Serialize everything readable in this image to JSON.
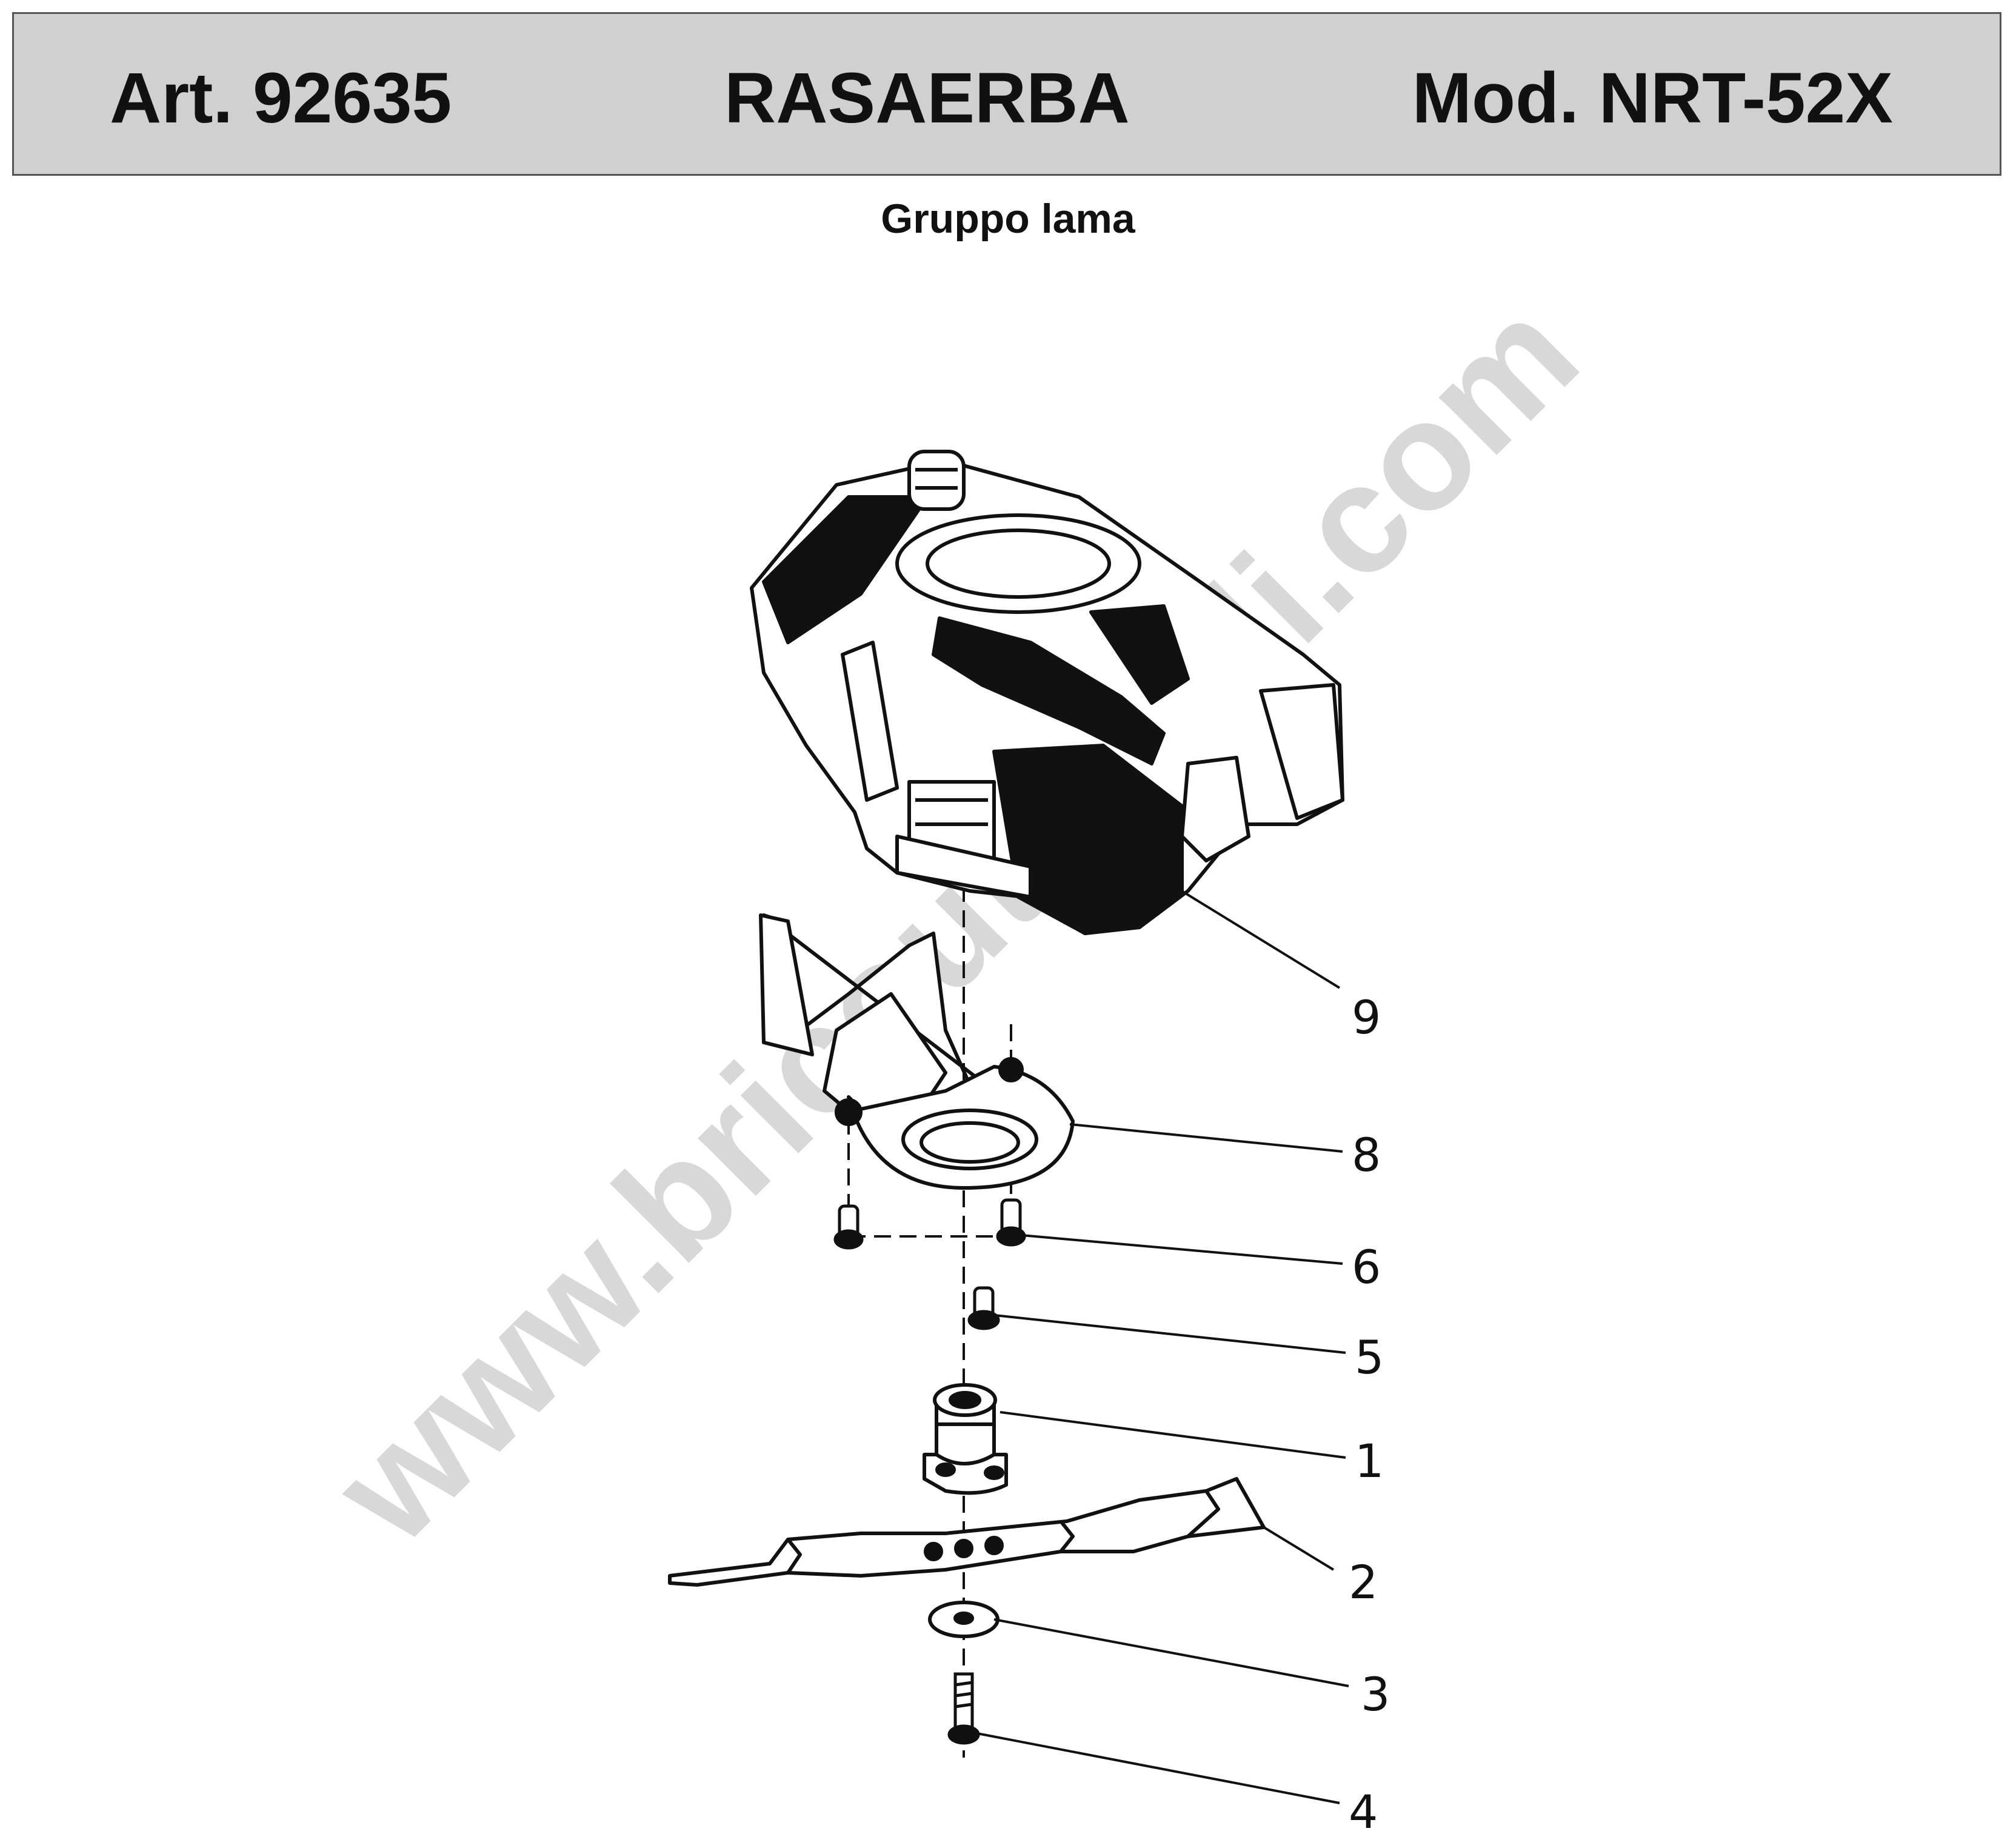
{
  "header": {
    "article": "Art. 92635",
    "title": "RASAERBA",
    "model": "Mod. NRT-52X"
  },
  "subtitle": "Gruppo lama",
  "watermark": "www.bricoutensili.com",
  "colors": {
    "header_bg": "#d0d0d0",
    "ink": "#111111"
  },
  "parts": [
    {
      "number": "9",
      "name": "engine"
    },
    {
      "number": "8",
      "name": "blade-guard"
    },
    {
      "number": "6",
      "name": "guard-screw"
    },
    {
      "number": "5",
      "name": "hub-screw"
    },
    {
      "number": "1",
      "name": "blade-hub"
    },
    {
      "number": "2",
      "name": "blade"
    },
    {
      "number": "3",
      "name": "washer"
    },
    {
      "number": "4",
      "name": "blade-bolt"
    }
  ]
}
